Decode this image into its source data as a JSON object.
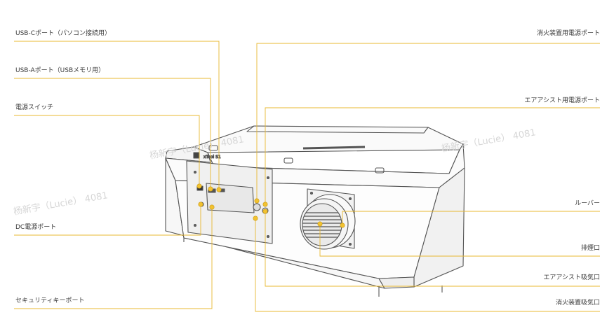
{
  "labels": {
    "usb_c": "USB-Cポート（パソコン接続用）",
    "usb_a": "USB-Aポート（USBメモリ用）",
    "power_switch": "電源スイッチ",
    "dc_port": "DC電源ポート",
    "security_key": "セキュリティキーポート",
    "fire_power": "消火装置用電源ポート",
    "air_assist_power": "エアアシスト用電源ポート",
    "louver": "ルーバー",
    "exhaust": "排煙口",
    "air_assist_intake": "エアアシスト吸気口",
    "fire_intake": "消火装置吸気口"
  },
  "watermark": "杨新宇（Lucie） 4081",
  "colors": {
    "leader": "#e8b830",
    "outline": "#555555",
    "marker": "#f2c230"
  }
}
